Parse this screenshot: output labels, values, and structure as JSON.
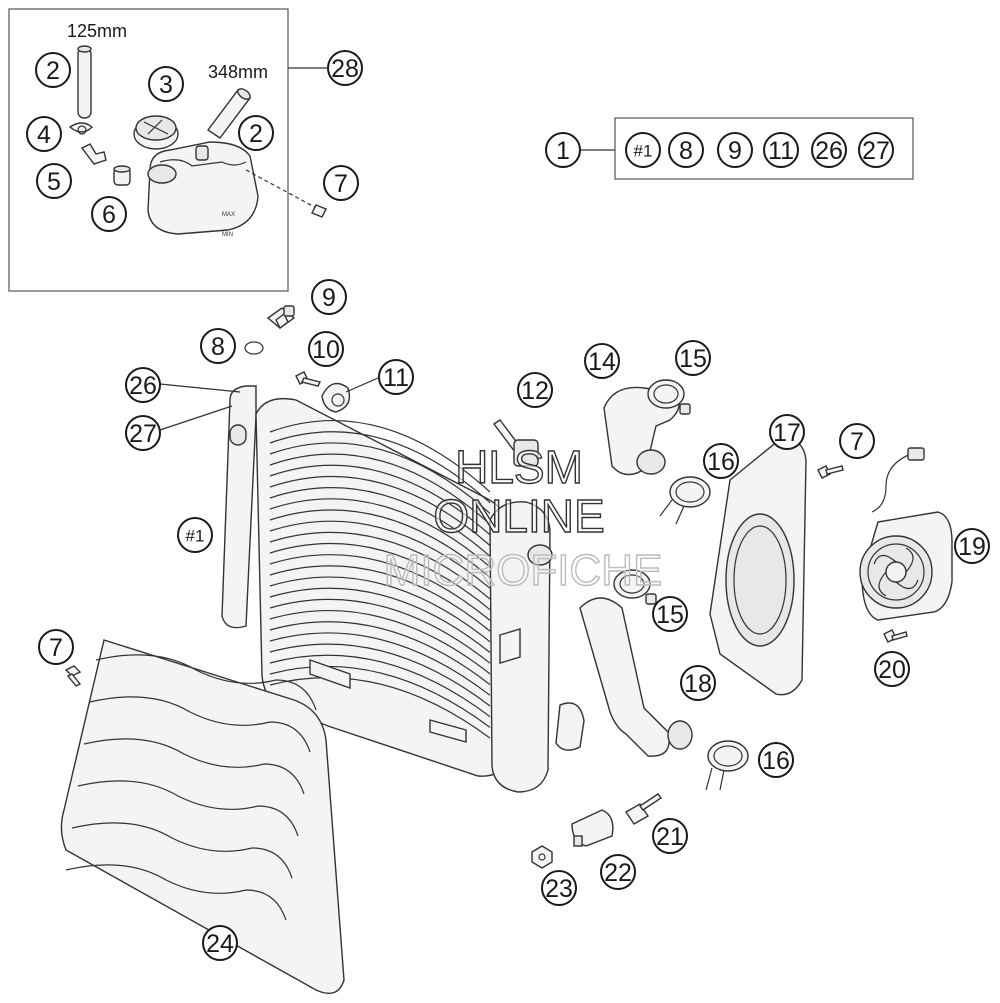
{
  "dimensions": {
    "hose_short": "125mm",
    "hose_long": "348mm"
  },
  "callouts": {
    "c1": "1",
    "c2a": "2",
    "c2b": "2",
    "c3": "3",
    "c4": "4",
    "c5": "5",
    "c6": "6",
    "c7a": "7",
    "c7b": "7",
    "c7c": "7",
    "c8": "8",
    "c9": "9",
    "c10": "10",
    "c11": "11",
    "c12": "12",
    "c14": "14",
    "c15a": "15",
    "c15b": "15",
    "c16a": "16",
    "c16b": "16",
    "c17": "17",
    "c18": "18",
    "c19": "19",
    "c20": "20",
    "c21": "21",
    "c22": "22",
    "c23": "23",
    "c24": "24",
    "c26": "26",
    "c27": "27",
    "c28": "28",
    "cradiator": "#1"
  },
  "kit_box": {
    "items": [
      "#1",
      "8",
      "9",
      "11",
      "26",
      "27"
    ]
  },
  "watermark": {
    "line1": "HLSM",
    "line2": "ONLINE",
    "line3": "MICROFICHE"
  }
}
